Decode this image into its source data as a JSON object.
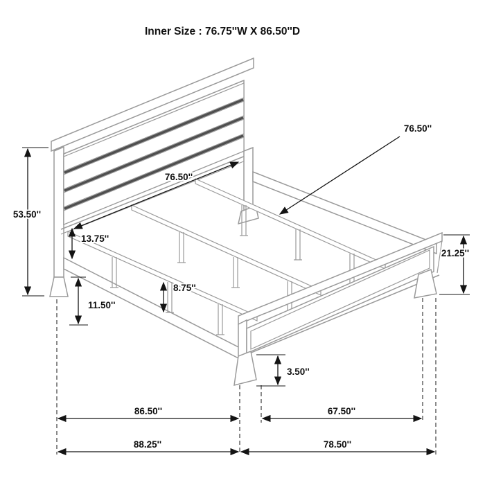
{
  "title": "Inner Size : 76.75''W X 86.50''D",
  "dimensions": {
    "inner_width_headboard": "76.50''",
    "center_rail": "76.50''",
    "headboard_height": "53.50''",
    "headboard_clearance": "13.75''",
    "footboard_height": "21.25''",
    "support_leg_height": "8.75''",
    "rail_floor_clearance": "11.50''",
    "foot_height": "3.50''",
    "inner_depth": "86.50''",
    "footboard_inner_width": "67.50''",
    "overall_depth": "88.25''",
    "overall_width": "78.50''"
  }
}
